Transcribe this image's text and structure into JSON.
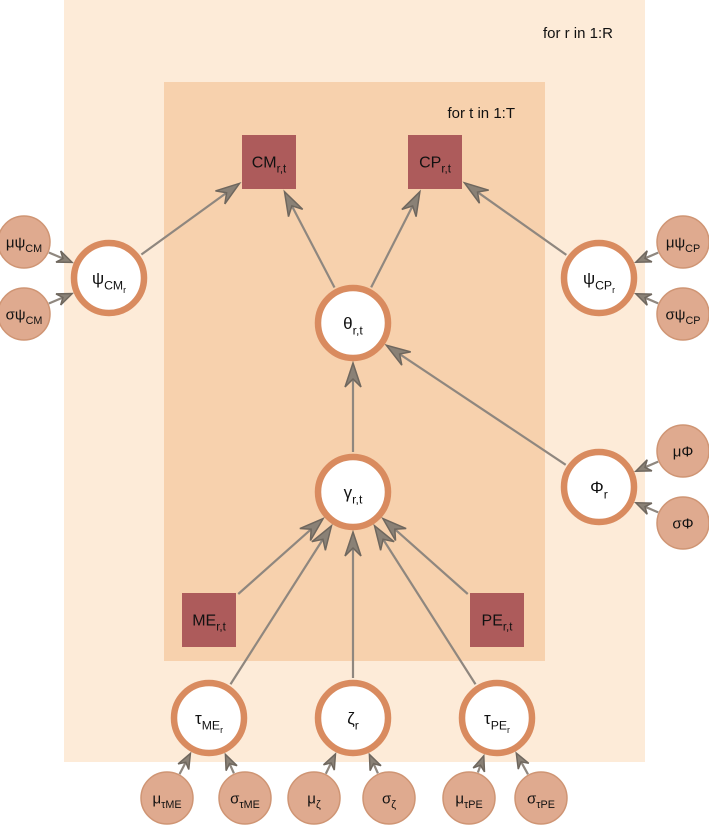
{
  "plates": {
    "outer": {
      "label": "for r in 1:R"
    },
    "inner": {
      "label": "for t in 1:T"
    }
  },
  "colors": {
    "outer_plate": "#fdebd8",
    "inner_plate": "#f7d1ad",
    "latent_ring": "#d98b5f",
    "latent_fill": "#ffffff",
    "observed_fill": "#ad5b5b",
    "hyper_fill": "#dfaa8f",
    "hyper_stroke": "#cf9574",
    "edge": "#8f877f"
  },
  "nodes": {
    "CM": {
      "kind": "observed",
      "base": "CM",
      "sub": "r,t"
    },
    "CP": {
      "kind": "observed",
      "base": "CP",
      "sub": "r,t"
    },
    "psiCM": {
      "kind": "latent",
      "base": "ψ",
      "sub": "CM",
      "subsub": "r"
    },
    "psiCP": {
      "kind": "latent",
      "base": "ψ",
      "sub": "CP",
      "subsub": "r"
    },
    "theta": {
      "kind": "latent",
      "base": "θ",
      "sub": "r,t"
    },
    "gamma": {
      "kind": "latent",
      "base": "γ",
      "sub": "r,t"
    },
    "phi": {
      "kind": "latent",
      "base": "Φ",
      "sub": "r"
    },
    "ME": {
      "kind": "observed",
      "base": "ME",
      "sub": "r,t"
    },
    "PE": {
      "kind": "observed",
      "base": "PE",
      "sub": "r,t"
    },
    "tauME": {
      "kind": "latent",
      "base": "τ",
      "sub": "ME",
      "subsub": "r"
    },
    "zeta": {
      "kind": "latent",
      "base": "ζ",
      "sub": "r"
    },
    "tauPE": {
      "kind": "latent",
      "base": "τ",
      "sub": "PE",
      "subsub": "r"
    },
    "mu_psiCM": {
      "kind": "hyper",
      "base": "μψ",
      "sub": "CM"
    },
    "sigma_psiCM": {
      "kind": "hyper",
      "base": "σψ",
      "sub": "CM"
    },
    "mu_psiCP": {
      "kind": "hyper",
      "base": "μψ",
      "sub": "CP"
    },
    "sigma_psiCP": {
      "kind": "hyper",
      "base": "σψ",
      "sub": "CP"
    },
    "mu_phi": {
      "kind": "hyper",
      "base": "μΦ",
      "sub": ""
    },
    "sigma_phi": {
      "kind": "hyper",
      "base": "σΦ",
      "sub": ""
    },
    "mu_tauME": {
      "kind": "hyper",
      "base": "μ",
      "sub": "τME"
    },
    "sigma_tauME": {
      "kind": "hyper",
      "base": "σ",
      "sub": "τME"
    },
    "mu_zeta": {
      "kind": "hyper",
      "base": "μ",
      "sub": "ζ"
    },
    "sigma_zeta": {
      "kind": "hyper",
      "base": "σ",
      "sub": "ζ"
    },
    "mu_tauPE": {
      "kind": "hyper",
      "base": "μ",
      "sub": "τPE"
    },
    "sigma_tauPE": {
      "kind": "hyper",
      "base": "σ",
      "sub": "τPE"
    }
  },
  "edges": [
    [
      "psiCM",
      "CM"
    ],
    [
      "theta",
      "CM"
    ],
    [
      "theta",
      "CP"
    ],
    [
      "psiCP",
      "CP"
    ],
    [
      "gamma",
      "theta"
    ],
    [
      "phi",
      "theta"
    ],
    [
      "ME",
      "gamma"
    ],
    [
      "tauME",
      "gamma"
    ],
    [
      "zeta",
      "gamma"
    ],
    [
      "tauPE",
      "gamma"
    ],
    [
      "PE",
      "gamma"
    ],
    [
      "mu_psiCM",
      "psiCM"
    ],
    [
      "sigma_psiCM",
      "psiCM"
    ],
    [
      "mu_psiCP",
      "psiCP"
    ],
    [
      "sigma_psiCP",
      "psiCP"
    ],
    [
      "mu_phi",
      "phi"
    ],
    [
      "sigma_phi",
      "phi"
    ],
    [
      "mu_tauME",
      "tauME"
    ],
    [
      "sigma_tauME",
      "tauME"
    ],
    [
      "mu_zeta",
      "zeta"
    ],
    [
      "sigma_zeta",
      "zeta"
    ],
    [
      "mu_tauPE",
      "tauPE"
    ],
    [
      "sigma_tauPE",
      "tauPE"
    ]
  ]
}
